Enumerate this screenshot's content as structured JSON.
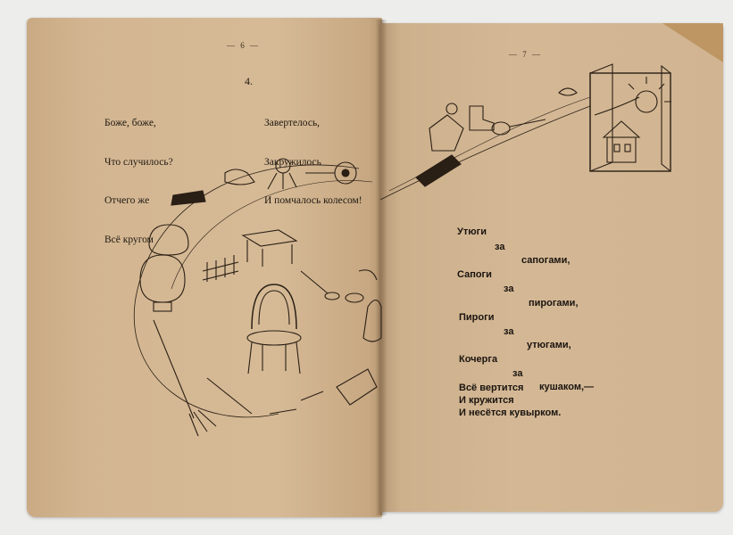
{
  "left_page": {
    "page_number": "— 6 —",
    "section_number": "4.",
    "stanza_left": [
      "Боже, боже,",
      "Что случилось?",
      "Отчего же",
      "Всё кругом"
    ],
    "stanza_right": [
      "Завертелось,",
      "Закружилось",
      "И помчалось колесом!"
    ]
  },
  "right_page": {
    "page_number": "— 7 —",
    "lines": [
      "Утюги",
      "за",
      "сапогами,",
      "Сапоги",
      "за",
      "пирогами,",
      "Пироги",
      "за",
      "утюгами,",
      "Кочерга",
      "за",
      "кушаком,—",
      "Всё вертится",
      "И кружится",
      "И несётся кувырком."
    ]
  }
}
